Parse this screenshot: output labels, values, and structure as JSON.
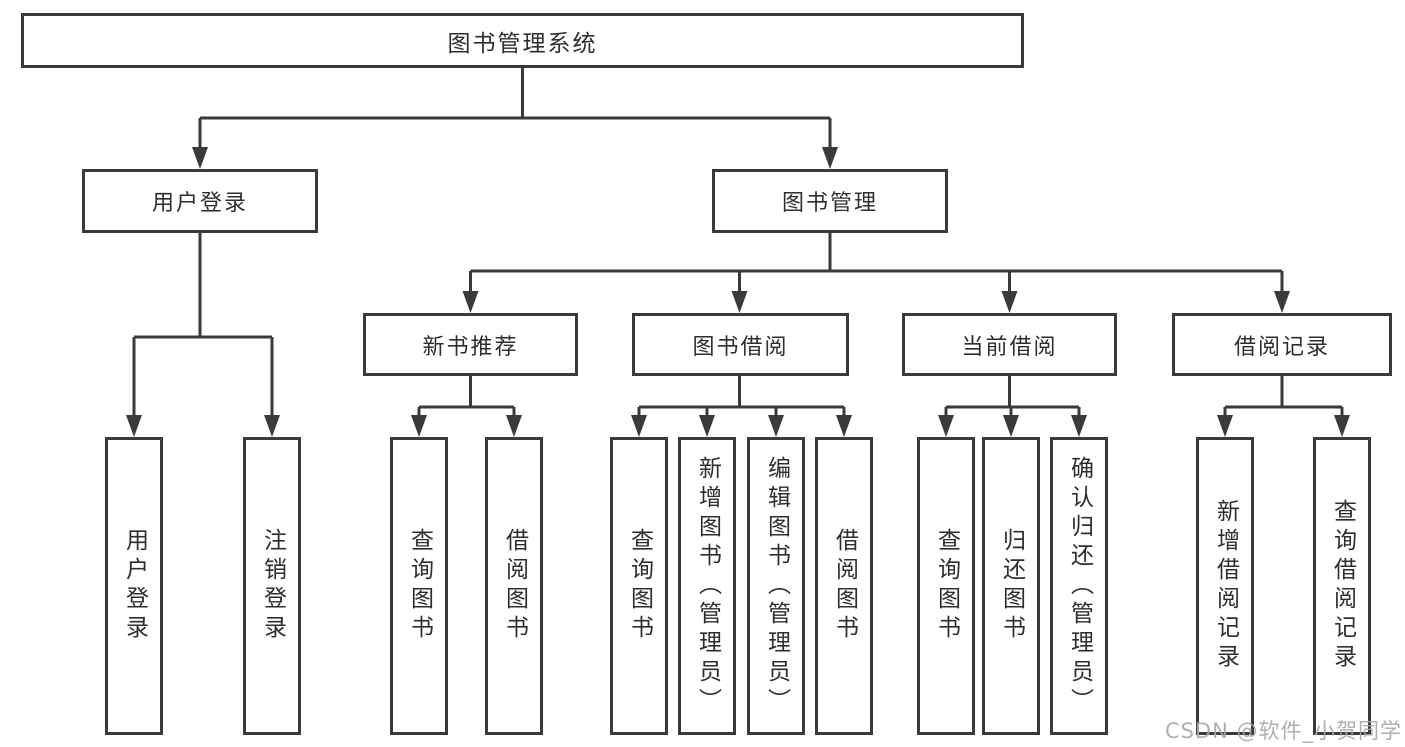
{
  "diagram": {
    "type": "hierarchy-tree",
    "root": {
      "label": "图书管理系统"
    },
    "branches": [
      {
        "label": "用户登录",
        "children": [
          {
            "label": "用户登录"
          },
          {
            "label": "注销登录"
          }
        ]
      },
      {
        "label": "图书管理",
        "children": [
          {
            "label": "新书推荐",
            "children": [
              {
                "label": "查询图书"
              },
              {
                "label": "借阅图书"
              }
            ]
          },
          {
            "label": "图书借阅",
            "children": [
              {
                "label": "查询图书"
              },
              {
                "label": "新增图书（管理员）"
              },
              {
                "label": "编辑图书（管理员）"
              },
              {
                "label": "借阅图书"
              }
            ]
          },
          {
            "label": "当前借阅",
            "children": [
              {
                "label": "查询图书"
              },
              {
                "label": "归还图书"
              },
              {
                "label": "确认归还（管理员）"
              }
            ]
          },
          {
            "label": "借阅记录",
            "children": [
              {
                "label": "新增借阅记录"
              },
              {
                "label": "查询借阅记录"
              }
            ]
          }
        ]
      }
    ],
    "watermark": {
      "text": "CSDN @软件_小贺同学"
    },
    "colors": {
      "line": "#3a3a3a",
      "text": "#2e2e2e",
      "background": "#ffffff",
      "watermark": "#a8a8a8"
    }
  }
}
